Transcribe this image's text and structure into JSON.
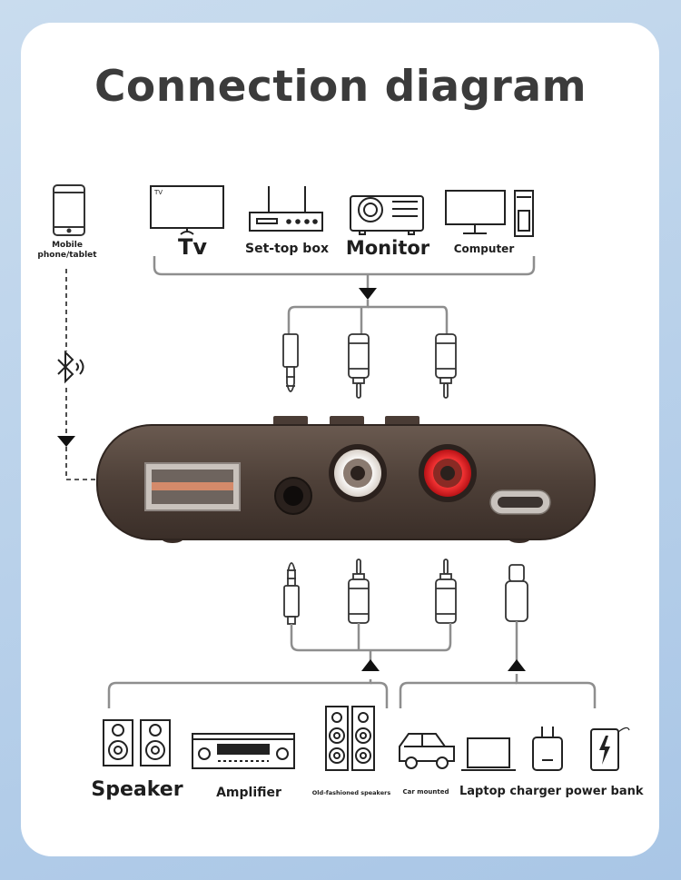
{
  "title": "Connection diagram",
  "devices_top": {
    "tv": "Tv",
    "tv_screen": "TV",
    "settop": "Set-top box",
    "monitor": "Monitor",
    "computer": "Computer"
  },
  "mobile": {
    "line1": "Mobile",
    "line2": "phone/tablet"
  },
  "devices_bottom": {
    "speaker": "Speaker",
    "amplifier": "Amplifier",
    "old_speakers": "Old-fashioned speakers",
    "car": "Car mounted",
    "chargers": "Laptop charger power bank"
  },
  "colors": {
    "device_body": "#5b4b42",
    "rca_red": "#e3262b",
    "rca_white": "#ffffff",
    "line": "#909090",
    "arrow": "#111111"
  }
}
